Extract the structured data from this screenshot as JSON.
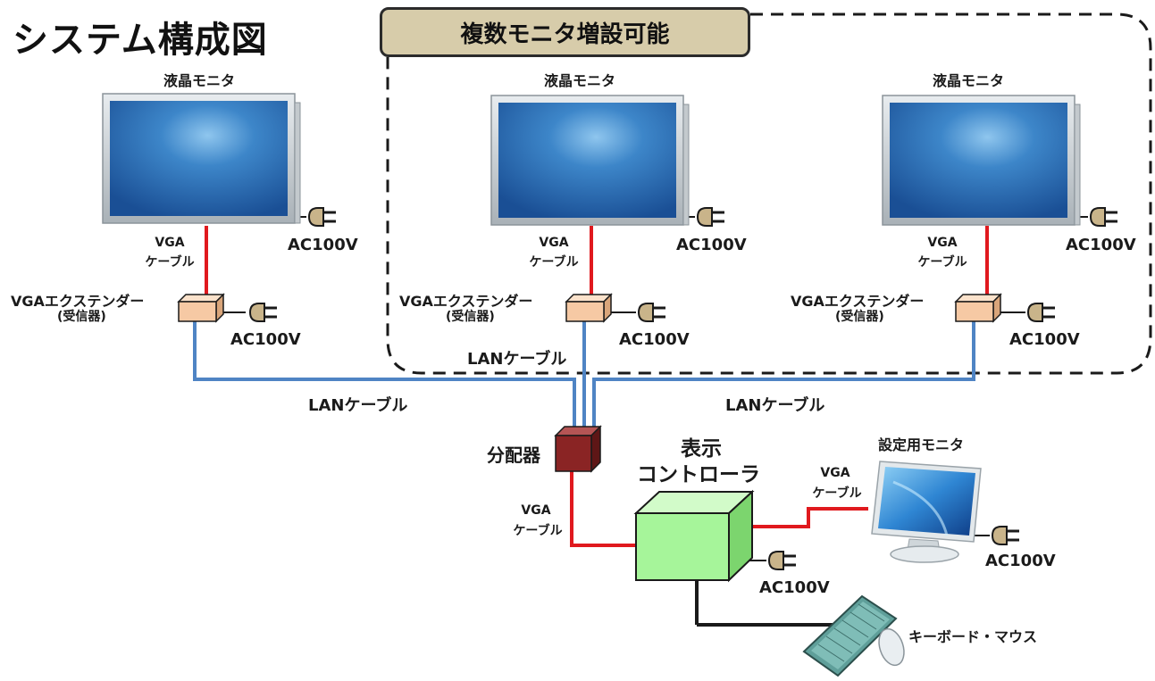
{
  "title": "システム構成図",
  "expansion_tag": "複数モニタ増設可能",
  "monitors": [
    {
      "label": "液晶モニタ",
      "vga_cable_1": "VGA",
      "vga_cable_2": "ケーブル",
      "power": "AC100V",
      "extender_1": "VGAエクステンダー",
      "extender_2": "(受信器)",
      "extender_power": "AC100V"
    },
    {
      "label": "液晶モニタ",
      "vga_cable_1": "VGA",
      "vga_cable_2": "ケーブル",
      "power": "AC100V",
      "extender_1": "VGAエクステンダー",
      "extender_2": "(受信器)",
      "extender_power": "AC100V"
    },
    {
      "label": "液晶モニタ",
      "vga_cable_1": "VGA",
      "vga_cable_2": "ケーブル",
      "power": "AC100V",
      "extender_1": "VGAエクステンダー",
      "extender_2": "(受信器)",
      "extender_power": "AC100V"
    }
  ],
  "lan_labels": [
    "LANケーブル",
    "LANケーブル",
    "LANケーブル"
  ],
  "splitter": "分配器",
  "splitter_vga_1": "VGA",
  "splitter_vga_2": "ケーブル",
  "controller_1": "表示",
  "controller_2": "コントローラ",
  "controller_power": "AC100V",
  "setup_monitor": "設定用モニタ",
  "setup_vga_1": "VGA",
  "setup_vga_2": "ケーブル",
  "setup_power": "AC100V",
  "keyboard_mouse": "キーボード・マウス",
  "colors": {
    "vga_cable": "#e0191e",
    "lan_cable": "#4f84c4",
    "controller": "#a6f59a",
    "splitter": "#8a2424",
    "extender": "#f6c9a4",
    "tag_bg": "#d7ccaa"
  }
}
